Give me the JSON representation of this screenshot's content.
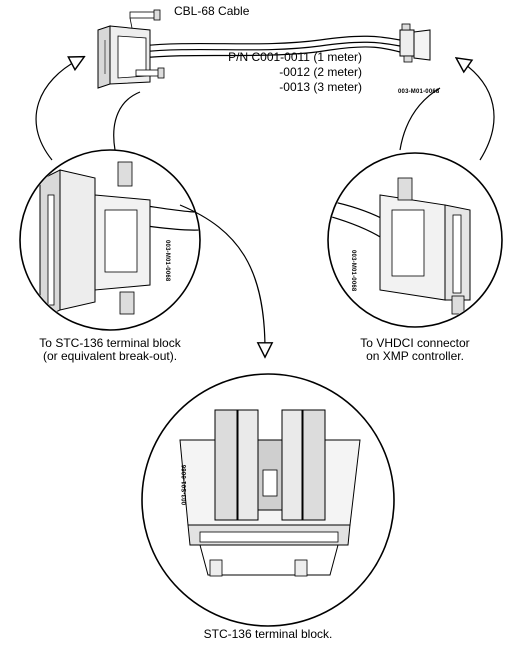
{
  "cable": {
    "title": "CBL-68 Cable",
    "part_numbers": [
      "P/N C001-0011 (1 meter)",
      "-0012 (2 meter)",
      "-0013 (3 meter)"
    ],
    "ref_code": "003-M01-0068"
  },
  "detail_left": {
    "caption_lines": [
      "To STC-136 terminal block",
      "(or equivalent break-out)."
    ],
    "ref_code": "003-M01-0068"
  },
  "detail_right": {
    "caption_lines": [
      "To VHDCI connector",
      "on XMP controller."
    ],
    "ref_code": "003-M01-0068"
  },
  "terminal_block": {
    "caption": "STC-136 terminal block.",
    "ref_code": "003-S01-0066"
  }
}
